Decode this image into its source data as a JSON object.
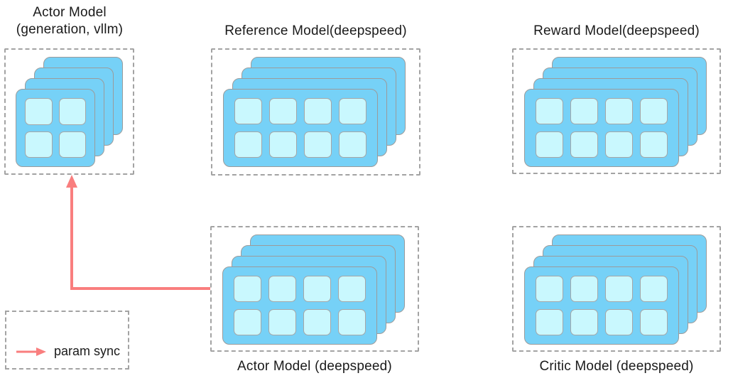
{
  "diagram": {
    "description": "RLHF distributed training placement diagram with five model groups of stacked GPU nodes",
    "colors": {
      "background": "#FFFFFF",
      "text": "#1A1A1A",
      "card_fill": "#76D1F7",
      "card_border": "#9B9B9B",
      "gpu_fill": "#C9F8FE",
      "gpu_border": "#A6A6A6",
      "dashed_border": "#A3A3A3",
      "arrow": "#F97E7E"
    },
    "groups": {
      "actor_vllm": {
        "title_line1": "Actor Model",
        "title_line2": "(generation, vllm)",
        "stack_count": 4,
        "gpu_rows": 2,
        "gpu_cols": 2
      },
      "reference": {
        "title": "Reference Model(deepspeed)",
        "stack_count": 4,
        "gpu_rows": 2,
        "gpu_cols": 4
      },
      "reward": {
        "title": "Reward Model(deepspeed)",
        "stack_count": 4,
        "gpu_rows": 2,
        "gpu_cols": 4
      },
      "actor_deepspeed": {
        "title": "Actor Model (deepspeed)",
        "stack_count": 4,
        "gpu_rows": 2,
        "gpu_cols": 4
      },
      "critic": {
        "title": "Critic Model (deepspeed)",
        "stack_count": 4,
        "gpu_rows": 2,
        "gpu_cols": 4
      }
    },
    "arrow": {
      "from": "actor_deepspeed",
      "to": "actor_vllm",
      "meaning": "param sync"
    },
    "legend": {
      "label": "param sync"
    }
  }
}
